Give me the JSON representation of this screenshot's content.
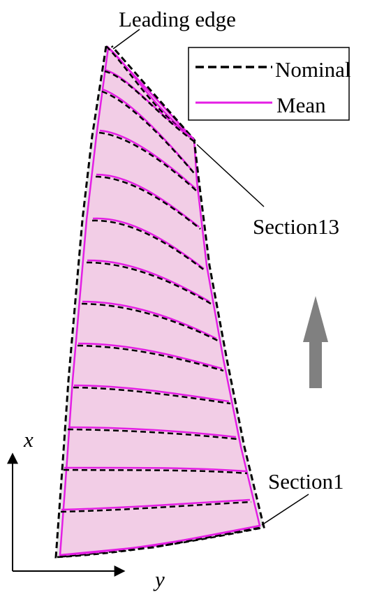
{
  "labels": {
    "leading_edge": "Leading edge",
    "section_13": "Section13",
    "section_1": "Section1"
  },
  "legend": {
    "nominal": "Nominal",
    "mean": "Mean"
  },
  "axes": {
    "x": "x",
    "y": "y"
  },
  "colors": {
    "mean_line": "#e41ee4",
    "surface_fill": "#f2cde6",
    "nominal_line": "#000000",
    "arrow": "#808080",
    "background": "#ffffff"
  },
  "icons": {
    "flow_direction": "up-arrow-icon",
    "axis_x": "axis-x-arrow-icon",
    "axis_y": "axis-y-arrow-icon"
  }
}
